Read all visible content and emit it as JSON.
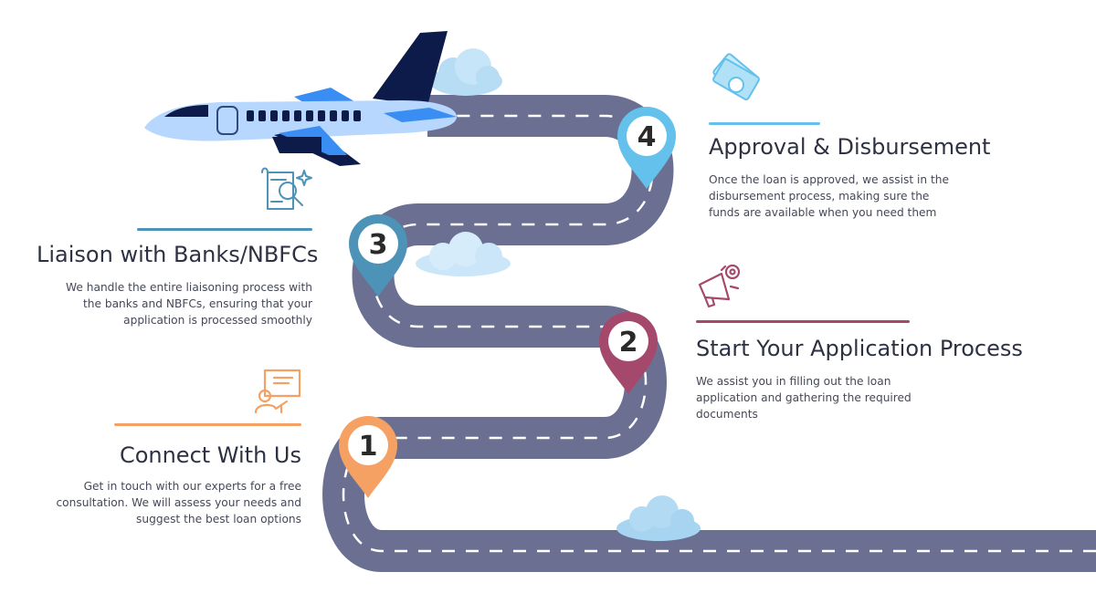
{
  "steps": [
    {
      "number": "1",
      "title": "Connect With Us",
      "lines": [
        "Get in touch with our experts for a free",
        "consultation. We will assess your needs and",
        "suggest the best loan options"
      ],
      "color": "#f5a163",
      "icon": "presentation-icon"
    },
    {
      "number": "2",
      "title": "Start Your Application Process",
      "lines": [
        "We assist you in filling out the loan",
        "application and gathering the required",
        "documents"
      ],
      "color": "#a5496c",
      "icon": "megaphone-icon"
    },
    {
      "number": "3",
      "title": "Liaison with Banks/NBFCs",
      "lines": [
        "We handle the entire liaisoning process with",
        "the banks and NBFCs, ensuring that your",
        "application is processed smoothly"
      ],
      "color": "#4d93b8",
      "icon": "document-search-icon"
    },
    {
      "number": "4",
      "title": "Approval & Disbursement",
      "lines": [
        "Once the loan is approved, we assist in the",
        "disbursement process, making sure the",
        "funds are available when you need them"
      ],
      "color": "#64c1ec",
      "icon": "money-icon"
    }
  ],
  "colors": {
    "road": "#6b7092",
    "road_dash": "#ffffff",
    "plane_body": "#b7d7ff",
    "plane_dark": "#0d1b4b",
    "plane_accent": "#3a8ef3",
    "cloud": "#b7ddf5"
  }
}
